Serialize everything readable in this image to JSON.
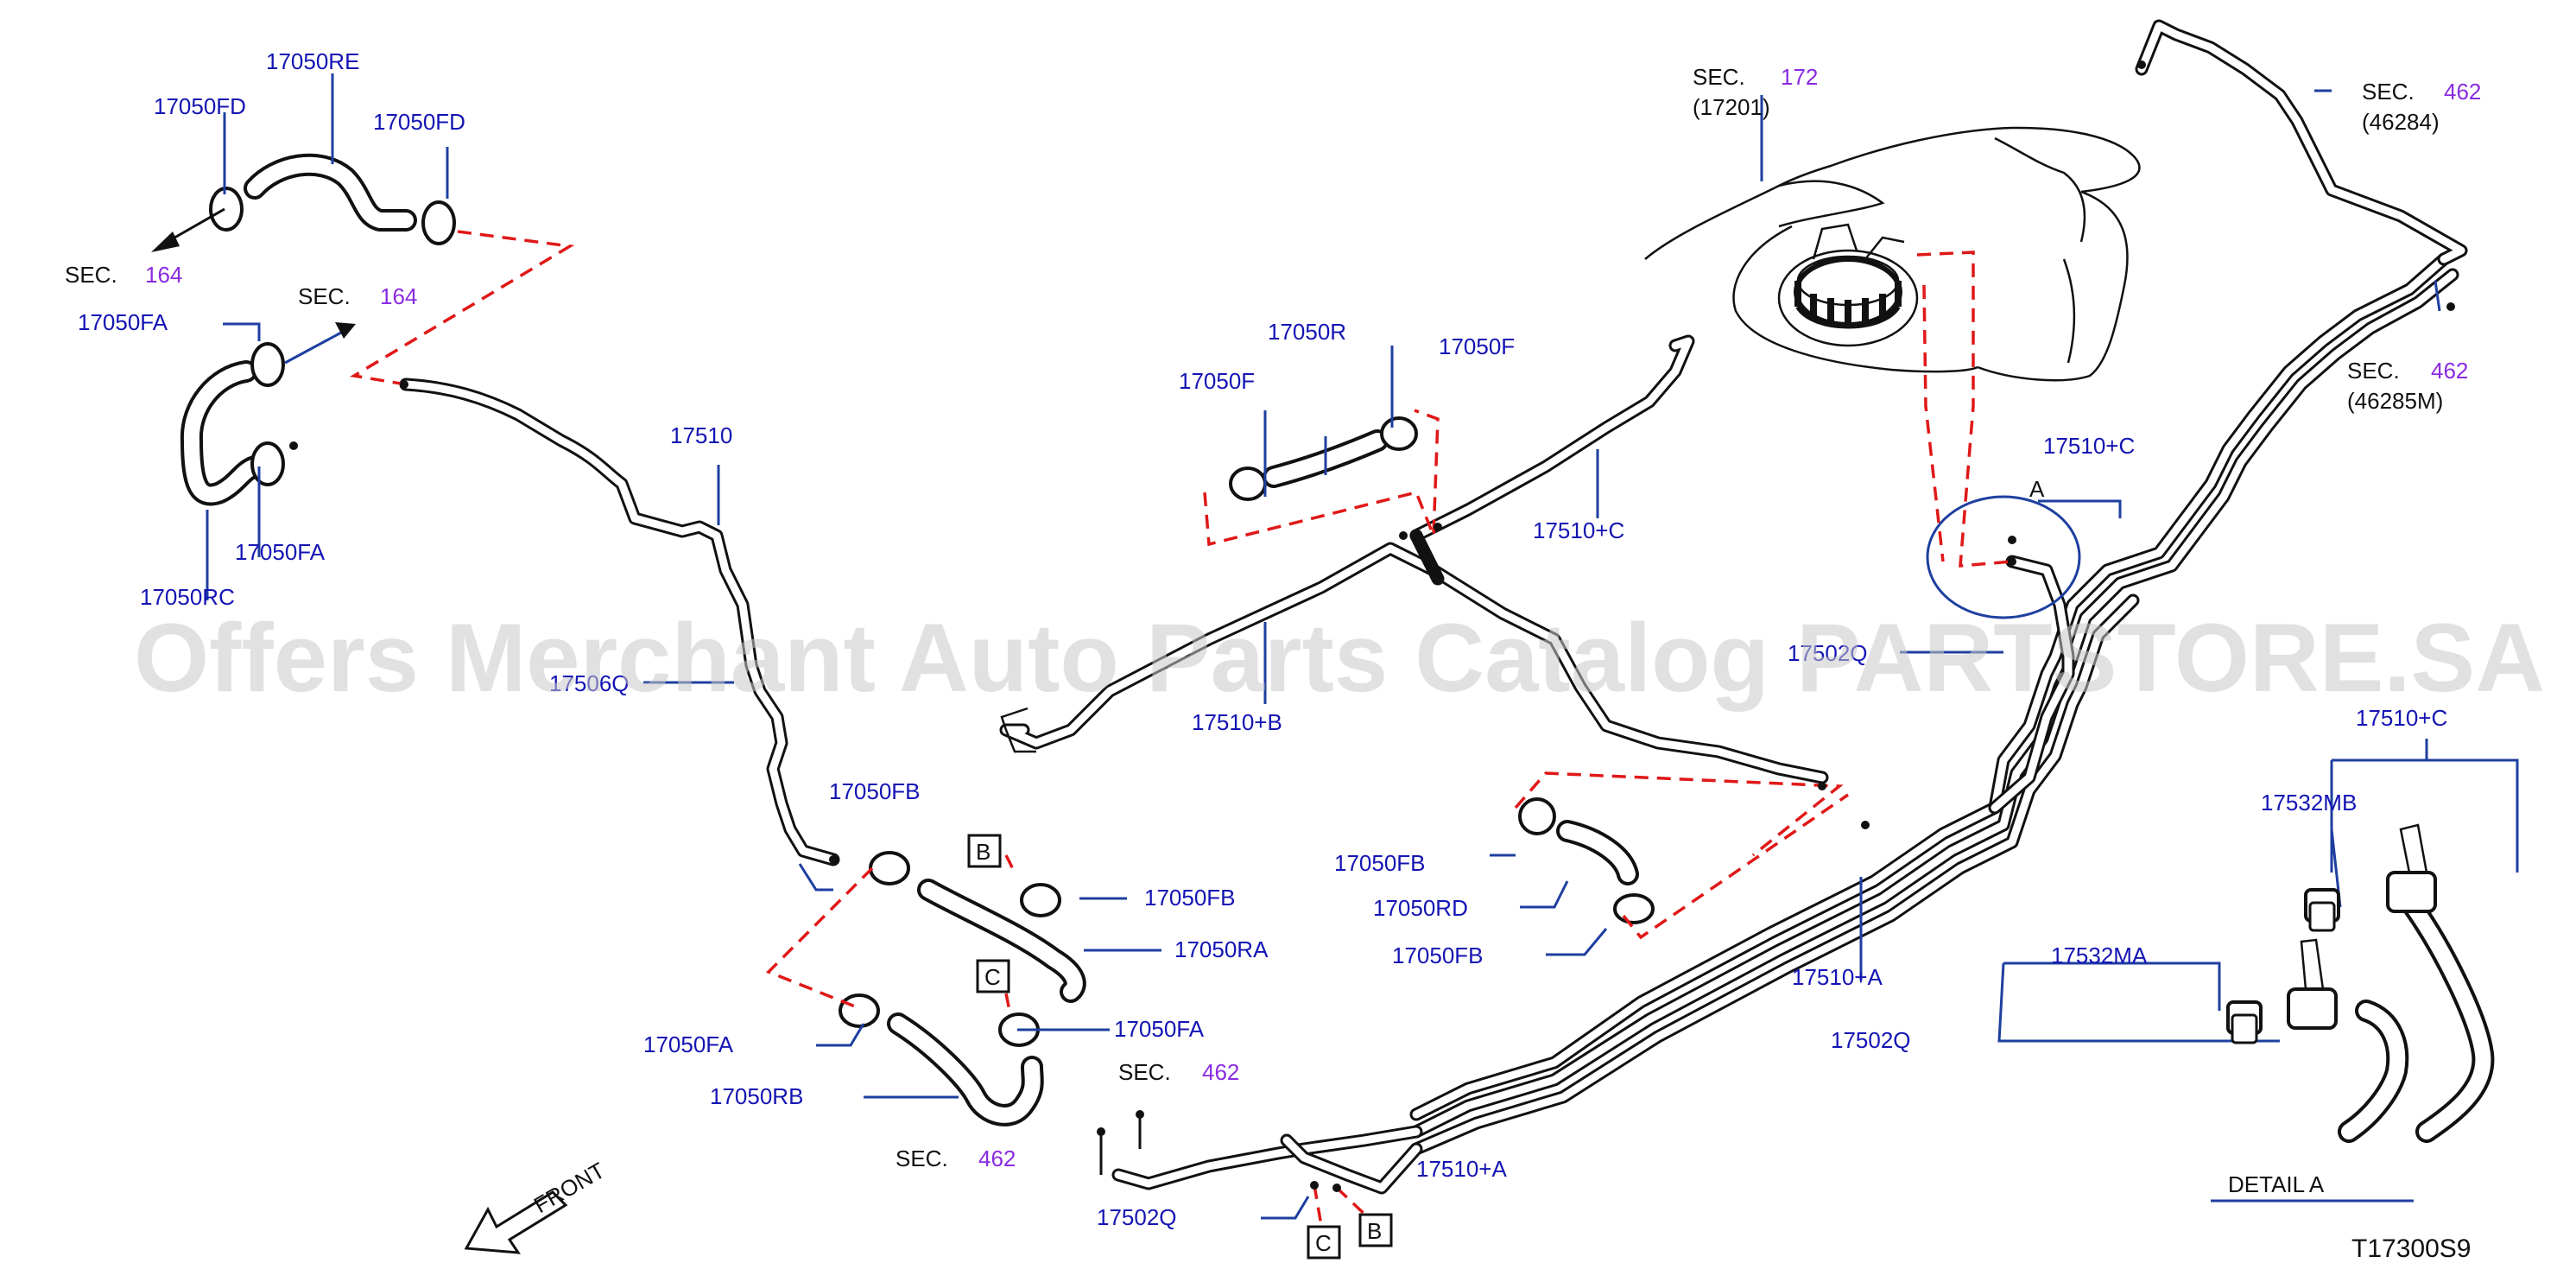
{
  "watermark": "Offers Merchant Auto Parts Catalog PARTSTORE.SA",
  "diagram_code": "T17300S9",
  "front_label": "FRONT",
  "detail_label": "DETAIL A",
  "callout_letters": {
    "a": "A",
    "b": "B",
    "c": "C"
  },
  "sections": {
    "sec_164_left": {
      "prefix": "SEC.",
      "num": "164"
    },
    "sec_164_right": {
      "prefix": "SEC.",
      "num": "164"
    },
    "sec_172": {
      "prefix": "SEC.",
      "num": "172",
      "sub": "(17201)"
    },
    "sec_462_top": {
      "prefix": "SEC.",
      "num": "462",
      "sub": "(46284)"
    },
    "sec_462_mid": {
      "prefix": "SEC.",
      "num": "462",
      "sub": "(46285M)"
    },
    "sec_462_bot_a": {
      "prefix": "SEC.",
      "num": "462"
    },
    "sec_462_bot_b": {
      "prefix": "SEC.",
      "num": "462"
    }
  },
  "parts": {
    "p17050RE": "17050RE",
    "p17050FD_a": "17050FD",
    "p17050FD_b": "17050FD",
    "p17050FA_a": "17050FA",
    "p17050FA_b": "17050FA",
    "p17050RC": "17050RC",
    "p17510": "17510",
    "p17506Q": "17506Q",
    "p17050FB_a": "17050FB",
    "p17050FB_b": "17050FB",
    "p17050RA": "17050RA",
    "p17050FA_c": "17050FA",
    "p17050FA_d": "17050FA",
    "p17050RB": "17050RB",
    "p17502Q_a": "17502Q",
    "p17510A_a": "17510+A",
    "p17050R": "17050R",
    "p17050F_a": "17050F",
    "p17050F_b": "17050F",
    "p17510B": "17510+B",
    "p17510C_a": "17510+C",
    "p17510C_b": "17510+C",
    "p17510C_c": "17510+C",
    "p17502Q_b": "17502Q",
    "p17050FB_c": "17050FB",
    "p17050RD": "17050RD",
    "p17050FB_d": "17050FB",
    "p17510A_b": "17510+A",
    "p17532MB": "17532MB",
    "p17532MA": "17532MA",
    "p17502Q_c": "17502Q"
  }
}
